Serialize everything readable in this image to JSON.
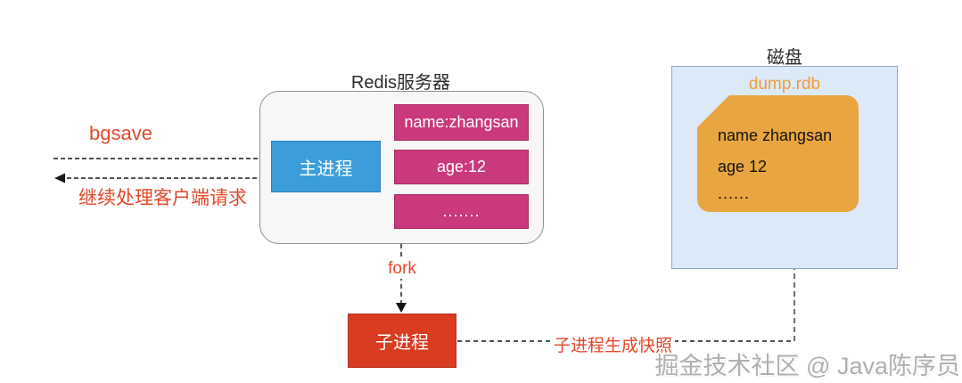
{
  "colors": {
    "red-text": "#e2482a",
    "blue-box": "#3b9edb",
    "blue-box-border": "#2980bb",
    "magenta-box": "#c9397c",
    "magenta-box-border": "#a82c64",
    "child-box": "#d93c21",
    "child-box-border": "#b5321b",
    "file-fill": "#e9a53f",
    "disk-fill": "#dce9f8",
    "disk-border": "#90a9c6",
    "dump-label": "#ee9e38",
    "container-fill": "#f7f7f7",
    "container-border": "#8f8f8f",
    "watermark": "#b0b0b0"
  },
  "left_flow": {
    "bgsave_label": "bgsave",
    "return_label": "继续处理客户端请求"
  },
  "redis_server": {
    "title": "Redis服务器",
    "main_process_label": "主进程",
    "entries": [
      "name:zhangsan",
      "age:12",
      "......."
    ]
  },
  "fork": {
    "label": "fork"
  },
  "child_process": {
    "label": "子进程"
  },
  "snapshot": {
    "label": "子进程生成快照"
  },
  "disk": {
    "title": "磁盘",
    "file_name": "dump.rdb",
    "file_lines": [
      "name zhangsan",
      "age 12",
      "......"
    ]
  },
  "watermark": {
    "text": "掘金技术社区 @ Java陈序员"
  }
}
